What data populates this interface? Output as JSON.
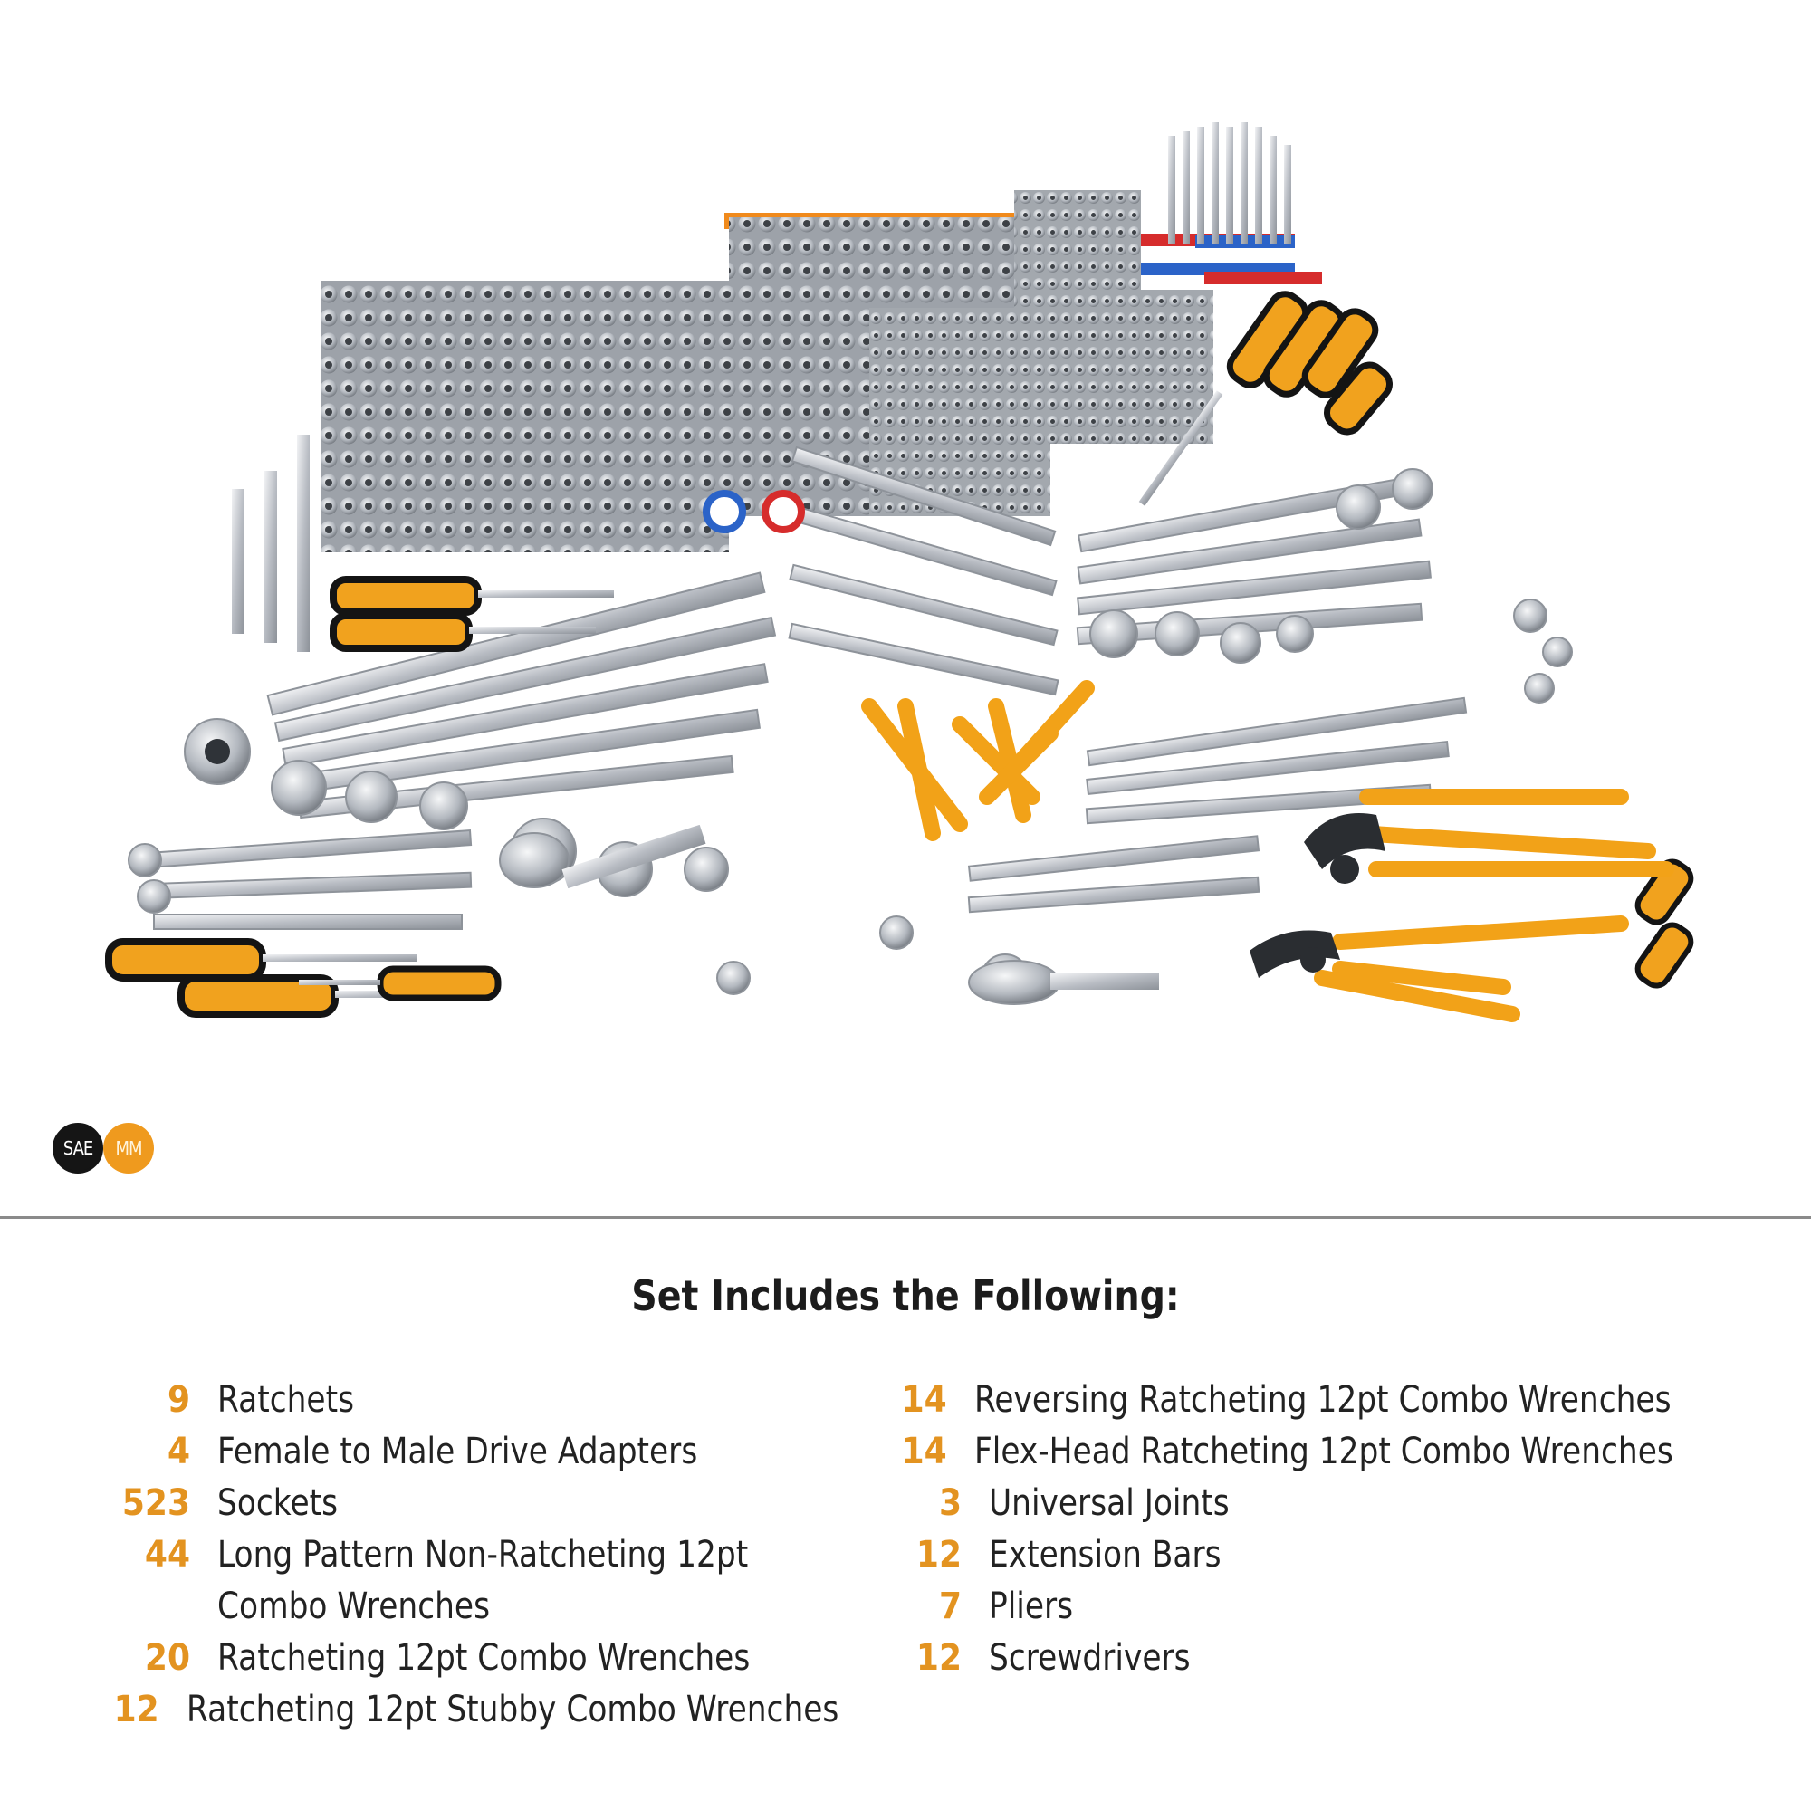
{
  "badges": {
    "sae": "SAE",
    "mm": "MM"
  },
  "colors": {
    "accent_orange": "#e39320",
    "text_dark": "#222222",
    "divider_gray": "#8a8a8a",
    "chrome": "#c8ccd2"
  },
  "set": {
    "title": "Set Includes the Following:",
    "left": [
      {
        "qty": "9",
        "label": "Ratchets"
      },
      {
        "qty": "4",
        "label": "Female to Male Drive Adapters"
      },
      {
        "qty": "523",
        "label": "Sockets"
      },
      {
        "qty": "44",
        "label_line1": "Long Pattern Non-Ratcheting 12pt",
        "label_line2": "Combo Wrenches"
      },
      {
        "qty": "20",
        "label": "Ratcheting 12pt Combo Wrenches"
      },
      {
        "qty": "12",
        "label": "Ratcheting 12pt Stubby Combo Wrenches"
      }
    ],
    "right": [
      {
        "qty": "14",
        "label": "Reversing Ratcheting 12pt Combo Wrenches"
      },
      {
        "qty": "14",
        "label": "Flex-Head Ratcheting 12pt Combo Wrenches"
      },
      {
        "qty": "3",
        "label": "Universal Joints"
      },
      {
        "qty": "12",
        "label": "Extension Bars"
      },
      {
        "qty": "7",
        "label": "Pliers"
      },
      {
        "qty": "12",
        "label": "Screwdrivers"
      }
    ]
  }
}
